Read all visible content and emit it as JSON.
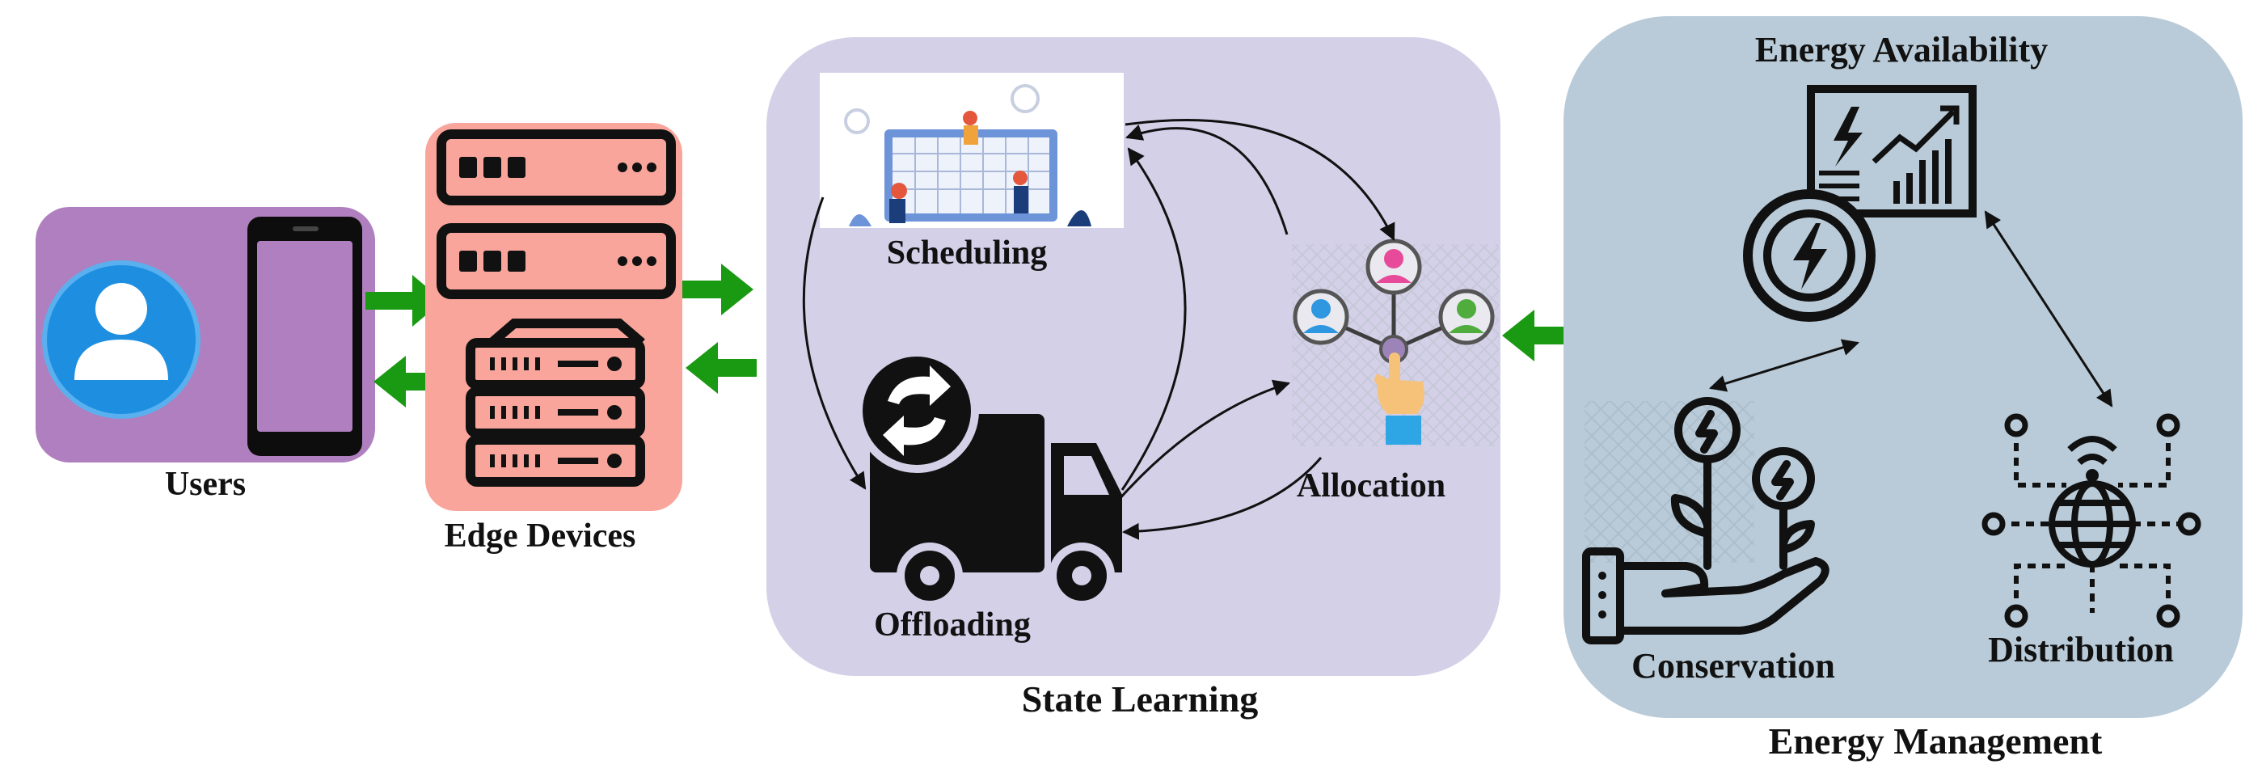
{
  "labels": {
    "users": "Users",
    "edge_devices": "Edge Devices",
    "scheduling": "Scheduling",
    "offloading": "Offloading",
    "allocation": "Allocation",
    "state_learning": "State Learning",
    "energy_availability": "Energy Availability",
    "conservation": "Conservation",
    "distribution": "Distribution",
    "energy_management": "Energy Management"
  },
  "colors": {
    "users_panel": "#b07fbf",
    "edge_panel": "#f9a59b",
    "state_panel": "#d4d0e8",
    "energy_panel": "#b9cbd8",
    "green_arrow": "#1a9a12",
    "icon_dark": "#111111",
    "avatar_blue": "#1e8fe0"
  },
  "icons": [
    "user-icon",
    "smartphone-icon",
    "server-rack-icon",
    "server-tower-icon",
    "calendar-scheduling-icon",
    "truck-offloading-icon",
    "network-allocation-icon",
    "energy-chart-icon",
    "lightning-circle-icon",
    "plant-hand-icon",
    "globe-network-icon"
  ]
}
